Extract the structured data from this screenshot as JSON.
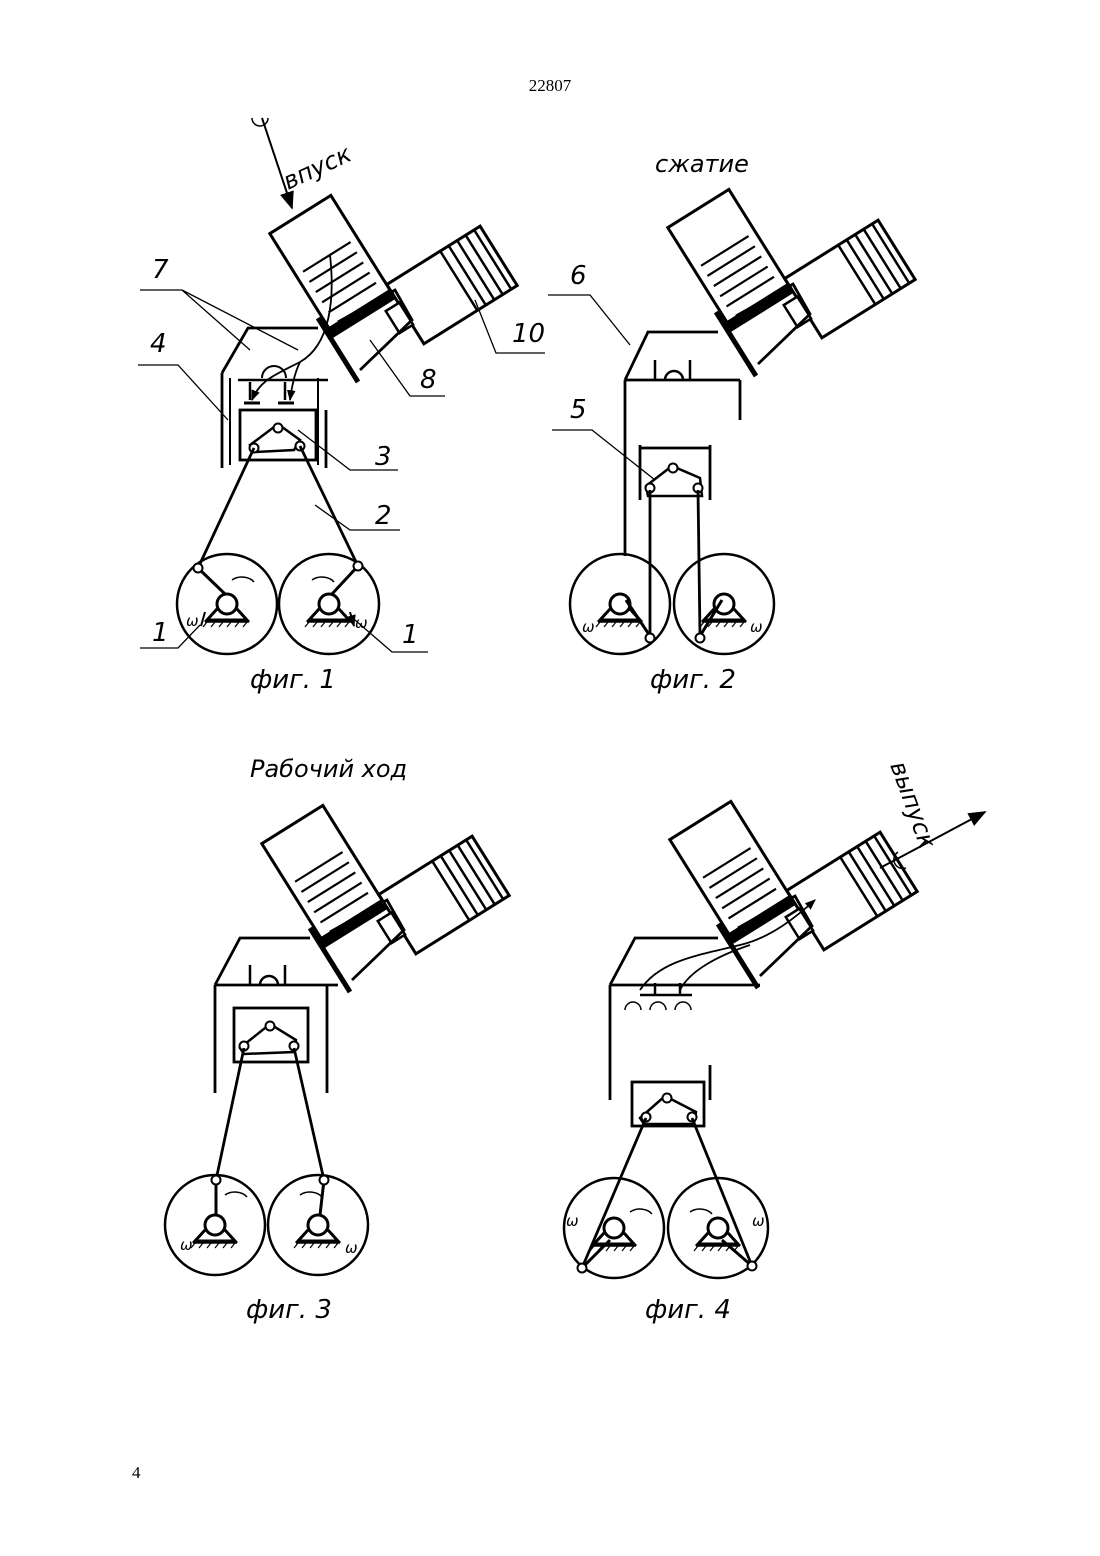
{
  "header": {
    "doc_number": "22807"
  },
  "footer": {
    "page_number": "4"
  },
  "figures": [
    {
      "caption": "фиг. 1",
      "stage": "впуск",
      "labels": {
        "l1_left": "1",
        "l1_right": "1",
        "l2": "2",
        "l3": "3",
        "l4": "4",
        "l7": "7",
        "l8": "8",
        "l10": "10"
      },
      "omega": "ω"
    },
    {
      "caption": "фиг. 2",
      "stage": "сжатие",
      "labels": {
        "l5": "5",
        "l6": "6"
      },
      "omega": "ω"
    },
    {
      "caption": "фиг. 3",
      "stage": "Рабочий ход",
      "omega": "ω"
    },
    {
      "caption": "фиг. 4",
      "stage": "выпуск",
      "omega": "ω"
    }
  ]
}
